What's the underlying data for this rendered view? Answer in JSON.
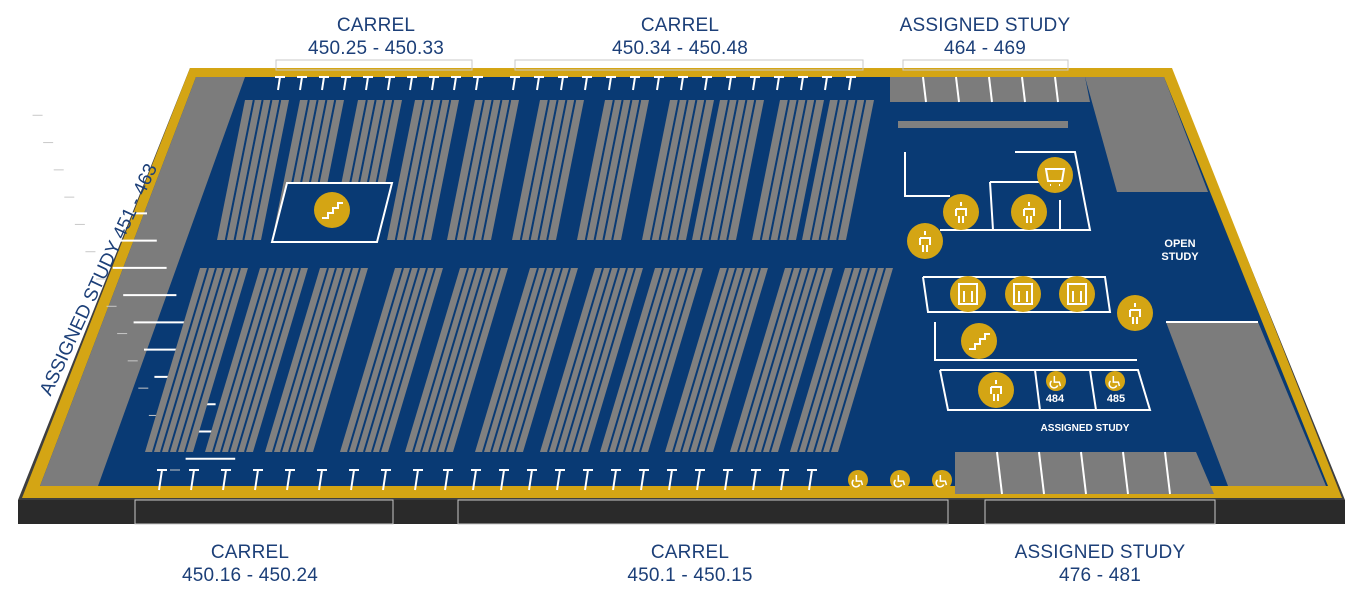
{
  "colors": {
    "floor": "#093a74",
    "shelf": "#808080",
    "room": "#7c7c7c",
    "border": "#d4a514",
    "base_top": "#3f3f3f",
    "base_side": "#2a2a2a",
    "label": "#1c3f78",
    "icon": "#d4a514",
    "line": "#ffffff"
  },
  "labels": {
    "carrel_top_left": {
      "title": "CARREL",
      "range": "450.25 - 450.33"
    },
    "carrel_top_center": {
      "title": "CARREL",
      "range": "450.34 - 450.48"
    },
    "assigned_top_right": {
      "title": "ASSIGNED STUDY",
      "range": "464 - 469"
    },
    "assigned_left": "ASSIGNED STUDY 451 - 463",
    "carrel_bottom_left": {
      "title": "CARREL",
      "range": "450.16 - 450.24"
    },
    "carrel_bottom_center": {
      "title": "CARREL",
      "range": "450.1 - 450.15"
    },
    "assigned_bottom_right": {
      "title": "ASSIGNED STUDY",
      "range": "476 - 481"
    },
    "open_study": [
      "OPEN",
      "STUDY"
    ],
    "assigned_study_small": "ASSIGNED STUDY",
    "room_484": "484",
    "room_485": "485"
  },
  "icons": [
    {
      "name": "stairs-icon",
      "kind": "stairs"
    },
    {
      "name": "book-return-cart-icon",
      "kind": "cart"
    },
    {
      "name": "mens-restroom-icon",
      "kind": "man"
    },
    {
      "name": "womens-restroom-icon",
      "kind": "woman"
    },
    {
      "name": "water-fountain-icon",
      "kind": "fountain"
    },
    {
      "name": "elevator-icon",
      "kind": "elevator"
    },
    {
      "name": "elevator-icon",
      "kind": "elevator"
    },
    {
      "name": "elevator-icon",
      "kind": "elevator"
    },
    {
      "name": "drinking-fountain-icon",
      "kind": "drink"
    },
    {
      "name": "stairs-icon",
      "kind": "stairs"
    },
    {
      "name": "family-restroom-icon",
      "kind": "family"
    },
    {
      "name": "accessible-icon",
      "kind": "wheelchair"
    },
    {
      "name": "accessible-icon",
      "kind": "wheelchair"
    },
    {
      "name": "accessible-icon",
      "kind": "wheelchair"
    },
    {
      "name": "accessible-icon",
      "kind": "wheelchair"
    },
    {
      "name": "accessible-icon",
      "kind": "wheelchair"
    }
  ]
}
